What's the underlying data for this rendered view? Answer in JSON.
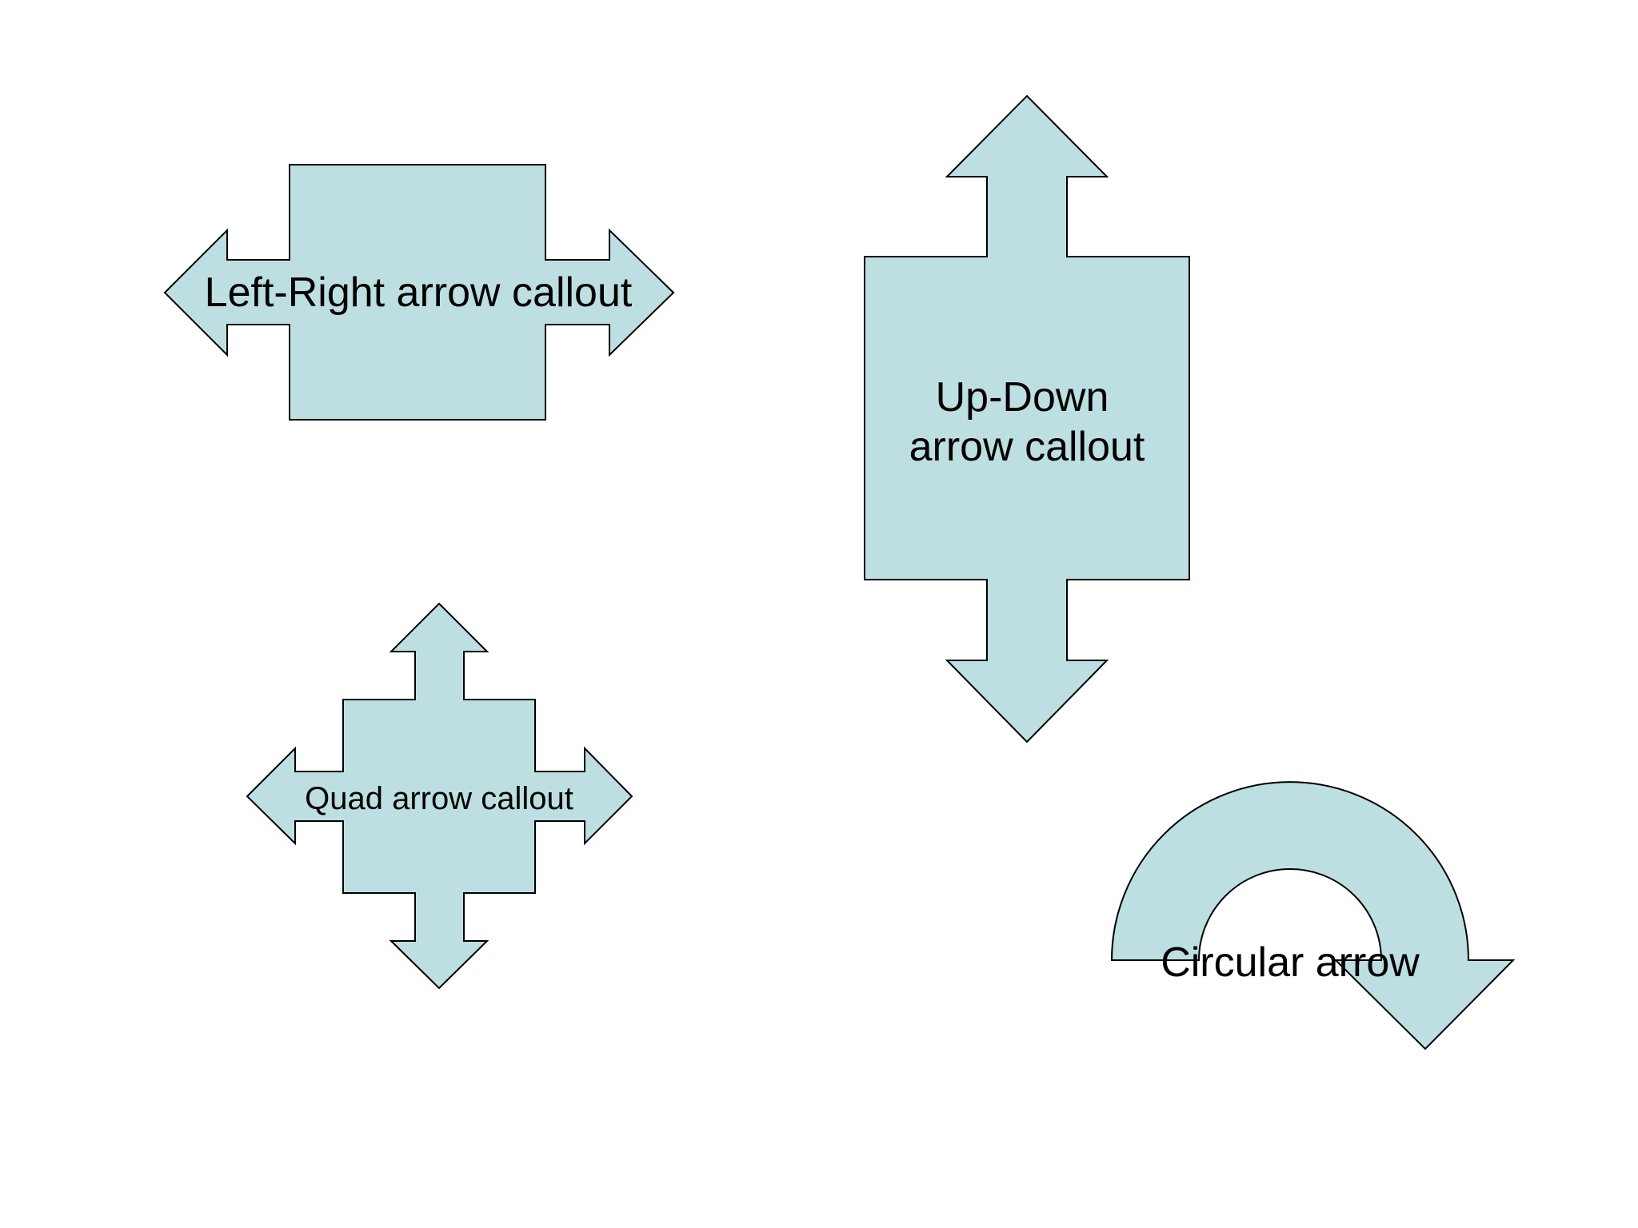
{
  "colors": {
    "shape_fill": "#bddfe2",
    "shape_stroke": "#000000",
    "text": "#000000",
    "background": "#ffffff"
  },
  "shapes": {
    "left_right_callout": {
      "label": "Left-Right arrow callout"
    },
    "up_down_callout": {
      "label_line1": "Up-Down",
      "label_line2": "arrow callout"
    },
    "quad_callout": {
      "label": "Quad arrow callout"
    },
    "circular_arrow": {
      "label": "Circular arrow"
    }
  }
}
